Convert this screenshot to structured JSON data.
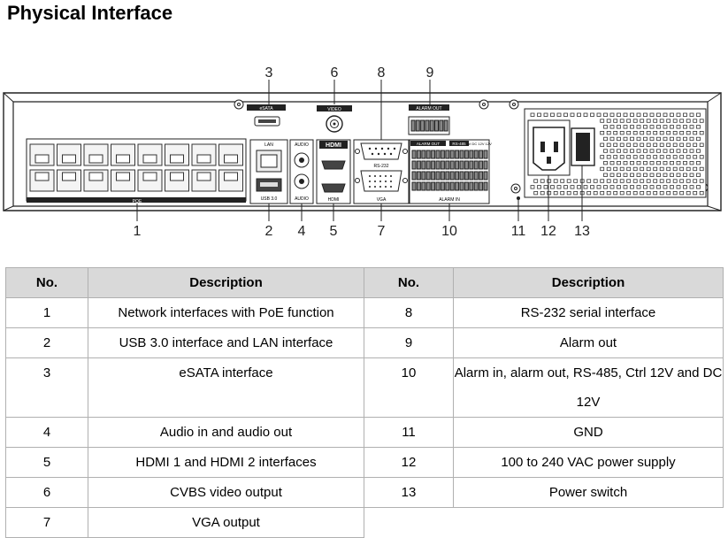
{
  "title": "Physical Interface",
  "diagram": {
    "callouts": [
      "1",
      "2",
      "3",
      "4",
      "5",
      "6",
      "7",
      "8",
      "9",
      "10",
      "11",
      "12",
      "13"
    ],
    "panel_labels": {
      "poe": "POE",
      "lan": "LAN",
      "usb": "USB 3.0",
      "audio_top": "AUDIO",
      "audio_bottom": "AUDIO",
      "hdmi_top": "HDMI",
      "hdmi_bottom": "HDMI",
      "esata": "eSATA",
      "video": "VIDEO",
      "alarm_out_top": "ALARM OUT",
      "alarm_out": "ALARM OUT",
      "rs485": "RS-485",
      "ctrl_dc": "Ctrl DC 12V 12V",
      "rs232": "RS-232",
      "vga": "VGA",
      "alarm_in": "ALARM IN"
    }
  },
  "table": {
    "headers": [
      "No.",
      "Description",
      "No.",
      "Description"
    ],
    "rows": [
      [
        "1",
        "Network interfaces with PoE function",
        "8",
        "RS-232 serial interface"
      ],
      [
        "2",
        "USB 3.0 interface and LAN interface",
        "9",
        "Alarm out"
      ],
      [
        "3",
        "eSATA interface",
        "10",
        "Alarm in, alarm out, RS-485, Ctrl 12V and DC 12V"
      ],
      [
        "4",
        "Audio in and audio out",
        "11",
        "GND"
      ],
      [
        "5",
        "HDMI 1 and HDMI 2 interfaces",
        "12",
        "100 to 240 VAC power supply"
      ],
      [
        "6",
        "CVBS video output",
        "13",
        "Power switch"
      ],
      [
        "7",
        "VGA output",
        "",
        ""
      ]
    ]
  }
}
